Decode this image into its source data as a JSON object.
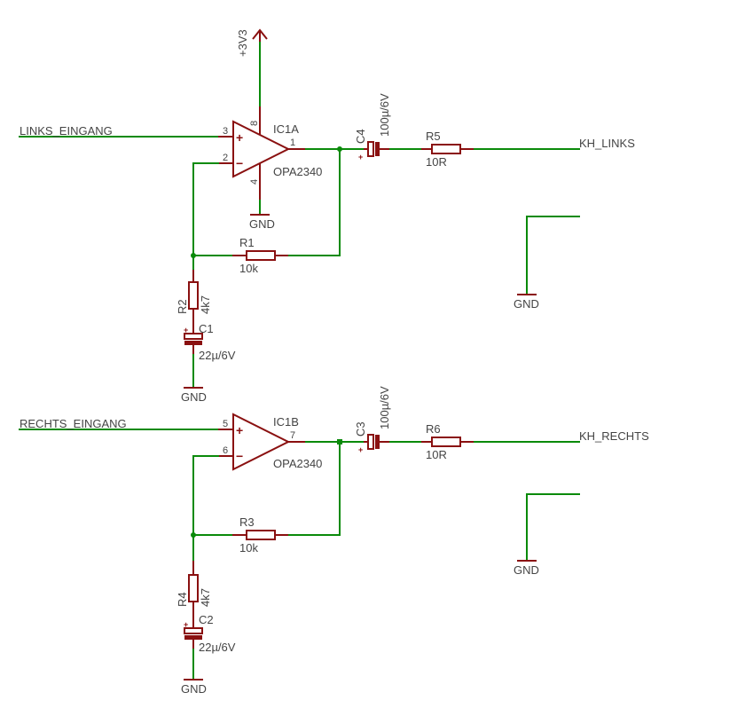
{
  "supply": {
    "label": "+3V3"
  },
  "channels": [
    {
      "input_label": "LINKS_EINGANG",
      "output_label": "KH_LINKS",
      "opamp": {
        "name": "IC1A",
        "part": "OPA2340",
        "pin_plus": "3",
        "pin_minus": "2",
        "pin_out": "1",
        "pin_vcc": "8",
        "pin_gnd": "4",
        "gnd_label": "GND"
      },
      "feedback_res": {
        "name": "R1",
        "value": "10k"
      },
      "ground_res": {
        "name": "R2",
        "value": "4k7"
      },
      "ground_cap": {
        "name": "C1",
        "value": "22µ/6V",
        "polarity": "+"
      },
      "ground_cap_gnd": "GND",
      "out_cap": {
        "name": "C4",
        "value": "100µ/6V",
        "polarity": "+"
      },
      "out_res": {
        "name": "R5",
        "value": "10R"
      },
      "spare_gnd": "GND"
    },
    {
      "input_label": "RECHTS_EINGANG",
      "output_label": "KH_RECHTS",
      "opamp": {
        "name": "IC1B",
        "part": "OPA2340",
        "pin_plus": "5",
        "pin_minus": "6",
        "pin_out": "7"
      },
      "feedback_res": {
        "name": "R3",
        "value": "10k"
      },
      "ground_res": {
        "name": "R4",
        "value": "4k7"
      },
      "ground_cap": {
        "name": "C2",
        "value": "22µ/6V",
        "polarity": "+"
      },
      "ground_cap_gnd": "GND",
      "out_cap": {
        "name": "C3",
        "value": "100µ/6V",
        "polarity": "+"
      },
      "out_res": {
        "name": "R6",
        "value": "10R"
      },
      "spare_gnd": "GND"
    }
  ],
  "colors": {
    "wire": "#0a8a0a",
    "part": "#8a1010",
    "text": "#444444"
  }
}
